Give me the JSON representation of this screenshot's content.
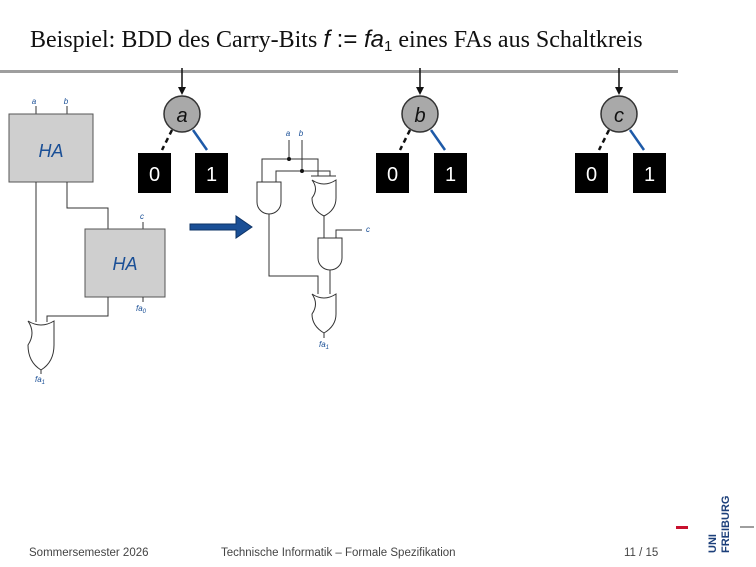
{
  "title": {
    "prefix": "Beispiel: BDD des Carry-Bits ",
    "f": "f",
    "assign": " := ",
    "fa": "fa",
    "sub": "1",
    "suffix": " eines FAs aus Schaltkreis"
  },
  "bdds": [
    {
      "var": "a",
      "low": "0",
      "high": "1"
    },
    {
      "var": "b",
      "low": "0",
      "high": "1"
    },
    {
      "var": "c",
      "low": "0",
      "high": "1"
    }
  ],
  "circuit_left": {
    "half_adder_label": "HA",
    "input_a": "a",
    "input_b": "b",
    "input_c": "c",
    "out_fa": "fa",
    "out_sub0": "0",
    "out_sub1": "1"
  },
  "circuit_right": {
    "input_a": "a",
    "input_b": "b",
    "input_c": "c",
    "out_fa": "fa",
    "out_sub1": "1"
  },
  "footer": {
    "semester": "Sommersemester 2026",
    "course": "Technische Informatik – Formale Spezifikation",
    "page": "11 / 15"
  },
  "logo": {
    "line1": "UNI",
    "line2": "FREIBURG"
  },
  "colors": {
    "accent_blue": "#1a4f96",
    "hi_edge": "#1e5aa8",
    "node_gray": "#a9a9a9",
    "box_gray": "#cfcfcf",
    "logo_red": "#c8102e"
  }
}
